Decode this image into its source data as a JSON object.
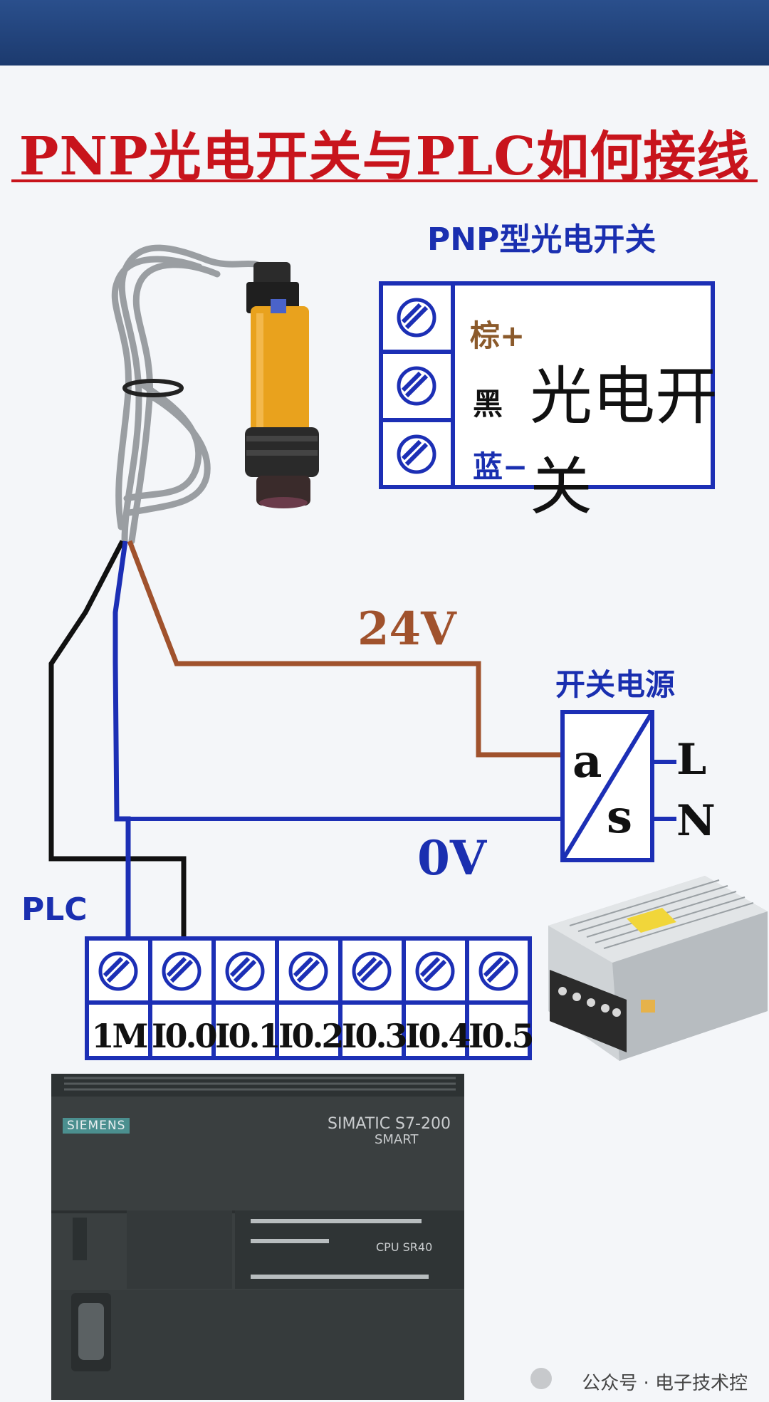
{
  "title": "PNP光电开关与PLC如何接线",
  "sensor_box": {
    "label": "PNP型光电开关",
    "terminals": [
      "棕+",
      "黑",
      "蓝−"
    ],
    "name": "光电开关"
  },
  "wires": {
    "positive": "24V",
    "negative": "0V"
  },
  "psu": {
    "label": "开关电源",
    "symbol_top": "a",
    "symbol_bottom": "s",
    "inputs": [
      "L",
      "N"
    ]
  },
  "plc": {
    "label": "PLC",
    "terminals": [
      "1M",
      "I0.0",
      "I0.1",
      "I0.2",
      "I0.3",
      "I0.4",
      "I0.5"
    ],
    "brand": "SIEMENS",
    "model": "SIMATIC S7-200",
    "model_sub": "SMART",
    "cpu": "CPU SR40"
  },
  "footer": "公众号 · 电子技术控",
  "colors": {
    "title": "#c8141c",
    "accent_blue": "#1a2fb0",
    "brown_wire": "#a0522d",
    "sensor_body": "#e9a21d"
  }
}
